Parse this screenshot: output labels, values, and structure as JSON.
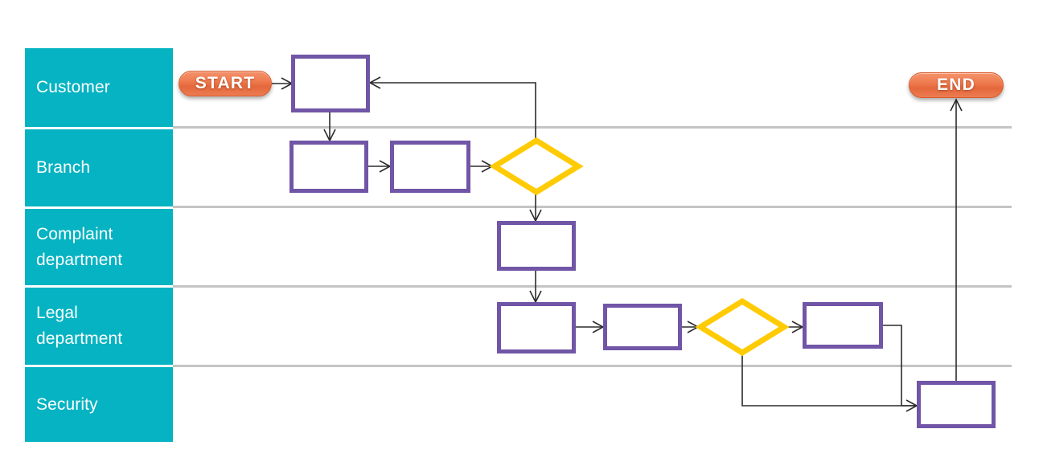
{
  "diagram": {
    "title": "Customer complaint handling swimlane flowchart",
    "type": "swimlane-flowchart",
    "colors": {
      "lane_header_fill": "#05B3C2",
      "lane_header_text": "#FFFFFF",
      "lane_divider": "#C4C4C4",
      "process_border": "#7155A6",
      "process_fill": "#FFFFFF",
      "decision_border": "#FFCB05",
      "terminator_fill": "#EE7A4E",
      "terminator_text": "#FFFFFF",
      "connector": "#2B2B2B",
      "background": "#FFFFFF"
    }
  },
  "lanes": [
    {
      "id": "customer",
      "label": "Customer"
    },
    {
      "id": "branch",
      "label": "Branch"
    },
    {
      "id": "complaint",
      "label": "Complaint\ndepartment"
    },
    {
      "id": "legal",
      "label": "Legal\ndepartment"
    },
    {
      "id": "security",
      "label": "Security"
    }
  ],
  "terminators": [
    {
      "id": "start",
      "label": "START",
      "lane": "customer"
    },
    {
      "id": "end",
      "label": "END",
      "lane": "customer"
    }
  ],
  "nodes": [
    {
      "id": "n1",
      "shape": "process",
      "lane": "customer",
      "label": ""
    },
    {
      "id": "n2",
      "shape": "process",
      "lane": "branch",
      "label": ""
    },
    {
      "id": "n3",
      "shape": "process",
      "lane": "branch",
      "label": ""
    },
    {
      "id": "d1",
      "shape": "decision",
      "lane": "branch",
      "label": ""
    },
    {
      "id": "n4",
      "shape": "process",
      "lane": "complaint",
      "label": ""
    },
    {
      "id": "n5",
      "shape": "process",
      "lane": "legal",
      "label": ""
    },
    {
      "id": "n6",
      "shape": "process",
      "lane": "legal",
      "label": ""
    },
    {
      "id": "d2",
      "shape": "decision",
      "lane": "legal",
      "label": ""
    },
    {
      "id": "n7",
      "shape": "process",
      "lane": "legal",
      "label": ""
    },
    {
      "id": "n8",
      "shape": "process",
      "lane": "security",
      "label": ""
    }
  ],
  "connectors": [
    {
      "from": "start",
      "to": "n1",
      "label": ""
    },
    {
      "from": "n1",
      "to": "n2",
      "label": ""
    },
    {
      "from": "n2",
      "to": "n3",
      "label": ""
    },
    {
      "from": "n3",
      "to": "d1",
      "label": ""
    },
    {
      "from": "d1",
      "to": "n1",
      "label": ""
    },
    {
      "from": "d1",
      "to": "n4",
      "label": ""
    },
    {
      "from": "n4",
      "to": "n5",
      "label": ""
    },
    {
      "from": "n5",
      "to": "n6",
      "label": ""
    },
    {
      "from": "n6",
      "to": "d2",
      "label": ""
    },
    {
      "from": "d2",
      "to": "n7",
      "label": ""
    },
    {
      "from": "d2",
      "to": "n8",
      "label": ""
    },
    {
      "from": "n7",
      "to": "n8",
      "label": ""
    },
    {
      "from": "n8",
      "to": "end",
      "label": ""
    }
  ]
}
